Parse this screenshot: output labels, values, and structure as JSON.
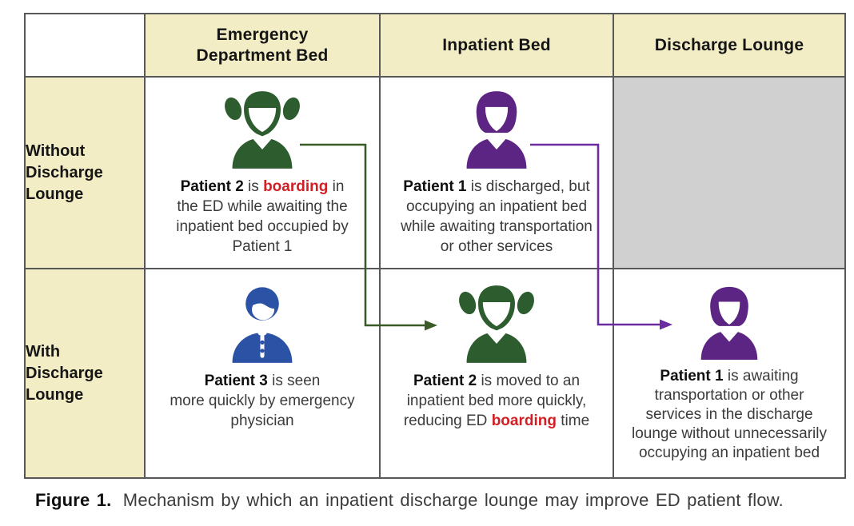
{
  "table": {
    "column_headers": [
      "Emergency\nDepartment Bed",
      "Inpatient Bed",
      "Discharge Lounge"
    ],
    "row_headers": [
      "Without\nDischarge\nLounge",
      "With\nDischarge\nLounge"
    ],
    "cells": [
      {
        "id": "without-ed-bed",
        "icon": "patient-girl-pigtails-icon",
        "icon_color": "#2d5c2e",
        "segments": [
          {
            "t": "Patient 2",
            "s": "bold"
          },
          {
            "t": " is ",
            "s": "n"
          },
          {
            "t": "boarding",
            "s": "rb"
          },
          {
            "t": " in\nthe ED while awaiting the\ninpatient bed occupied by\nPatient 1",
            "s": "n"
          }
        ]
      },
      {
        "id": "without-inpatient-bed",
        "icon": "patient-woman-bob-icon",
        "icon_color": "#5c2483",
        "segments": [
          {
            "t": "Patient 1",
            "s": "bold"
          },
          {
            "t": " is discharged, but\noccupying an inpatient bed\nwhile awaiting transportation\nor other services",
            "s": "n"
          }
        ]
      },
      {
        "id": "without-discharge-lounge",
        "empty": true
      },
      {
        "id": "with-ed-bed",
        "icon": "patient-short-hair-icon",
        "icon_color": "#2b52a4",
        "segments": [
          {
            "t": "Patient 3",
            "s": "bold"
          },
          {
            "t": " is seen\nmore quickly by emergency\nphysician",
            "s": "n"
          }
        ]
      },
      {
        "id": "with-inpatient-bed",
        "icon": "patient-girl-pigtails-icon",
        "icon_color": "#2d5c2e",
        "segments": [
          {
            "t": "Patient 2",
            "s": "bold"
          },
          {
            "t": " is moved to an\ninpatient bed more quickly,\nreducing ED ",
            "s": "n"
          },
          {
            "t": "boarding",
            "s": "rb"
          },
          {
            "t": " time",
            "s": "n"
          }
        ]
      },
      {
        "id": "with-discharge-lounge",
        "icon": "patient-woman-bob-icon",
        "icon_color": "#5c2483",
        "segments": [
          {
            "t": "Patient 1",
            "s": "bold"
          },
          {
            "t": " is awaiting\ntransportation or other\nservices in the discharge\nlounge without unnecessarily\noccupying an inpatient bed",
            "s": "n"
          }
        ]
      }
    ]
  },
  "arrows": {
    "patient2_flow": {
      "color": "#3a5b27"
    },
    "patient1_flow": {
      "color": "#6a2ca0"
    }
  },
  "caption": {
    "segments": [
      {
        "t": "Figure 1.",
        "s": "bold"
      },
      {
        "t": " Mechanism by which an inpatient discharge lounge may improve ED patient flow.",
        "s": "n"
      }
    ]
  },
  "colors": {
    "header_bg": "#f2edc4",
    "empty_cell_bg": "#d0d0d0",
    "grid_border": "#58585a",
    "body_text": "#3b3b3b",
    "bold_text": "#0f0f0f",
    "highlight_red": "#d11f26",
    "green_icon": "#2d5c2e",
    "purple_icon": "#5c2483",
    "blue_icon": "#2b52a4"
  }
}
